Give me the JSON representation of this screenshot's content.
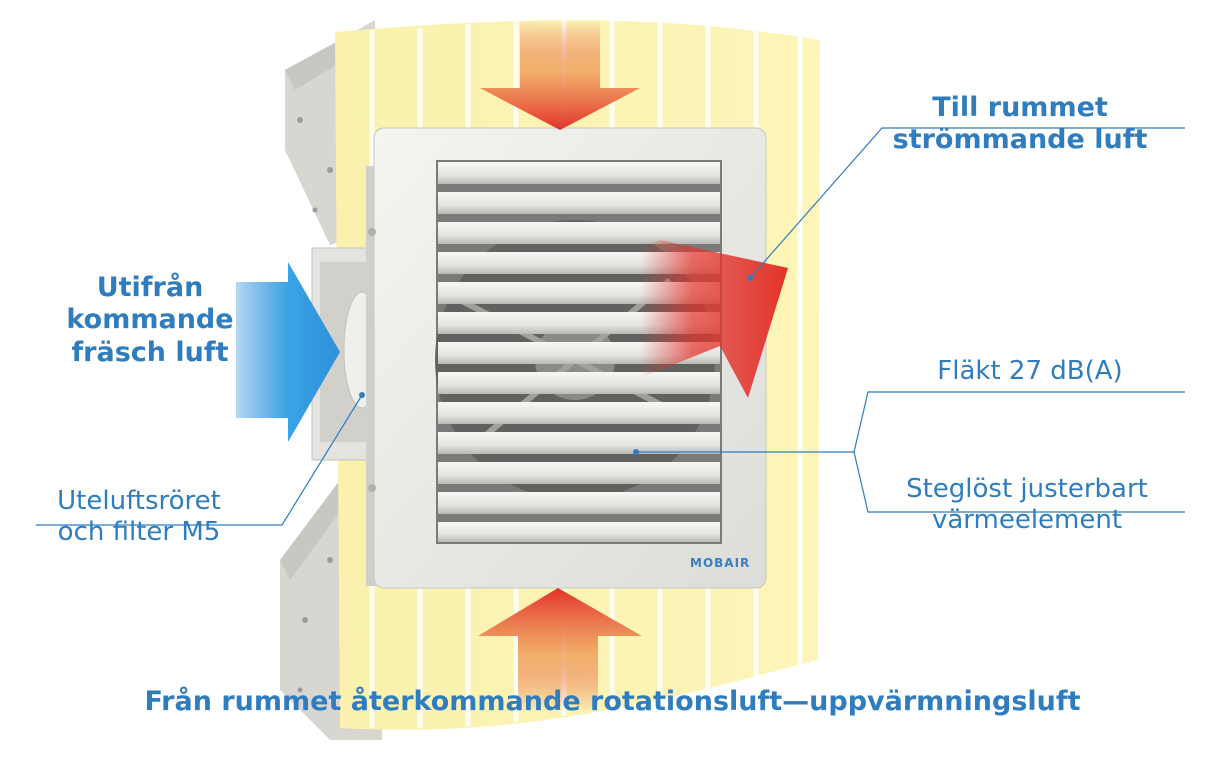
{
  "labels": {
    "supply_air_line1": "Till rummet",
    "supply_air_line2": "strömmande luft",
    "fresh_air_line1": "Utifrån",
    "fresh_air_line2": "kommande",
    "fresh_air_line3": "fräsch luft",
    "fan": "Fläkt 27 dB(A)",
    "heater_line1": "Steglöst justerbart",
    "heater_line2": "värmeelement",
    "pipe_line1": "Uteluftsröret",
    "pipe_line2": "och filter M5",
    "bottom_caption": "Från rummet återkommande rotationsluft—uppvärmningsluft"
  },
  "brand": {
    "logo_text": "MOBAIR"
  },
  "colors": {
    "label_blue": "#2f7dbf",
    "wall_yellow": "#fbf1ad",
    "wall_stripe": "#ffffff",
    "unit_white": "#ecedea",
    "arrow_red": "#e2332a",
    "arrow_blue": "#2e8fd8"
  },
  "icons": [
    "arrow-down-red",
    "arrow-up-red",
    "arrow-diagonal-red",
    "arrow-right-blue"
  ]
}
